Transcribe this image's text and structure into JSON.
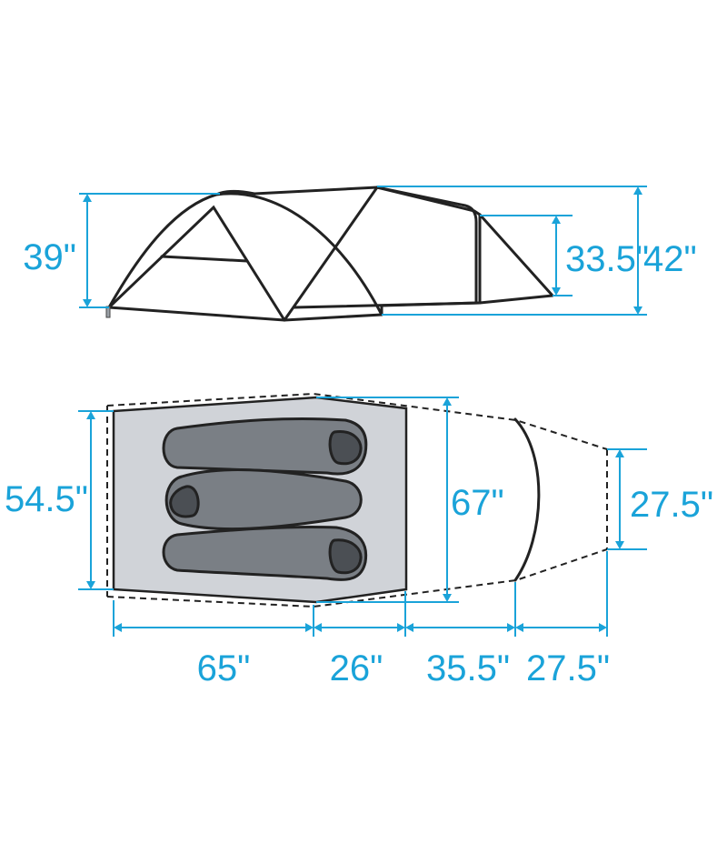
{
  "colors": {
    "dimension": "#1aa3d9",
    "outline": "#222222",
    "floor": "#d0d3d8",
    "sleeping_bag": "#7a7f85",
    "sleeping_bag_hood": "#4b4f54"
  },
  "side_view": {
    "dimensions": {
      "height_peak": "39\"",
      "height_vestibule": "33.5\"",
      "height_total": "42\""
    }
  },
  "floor_plan": {
    "sleeping_bags": 3,
    "dimensions": {
      "width_foot": "54.5\"",
      "width_head": "67\"",
      "width_vestibule": "27.5\"",
      "length_main": "65\"",
      "length_head": "26\"",
      "length_vestibule_1": "35.5\"",
      "length_vestibule_2": "27.5\""
    }
  }
}
